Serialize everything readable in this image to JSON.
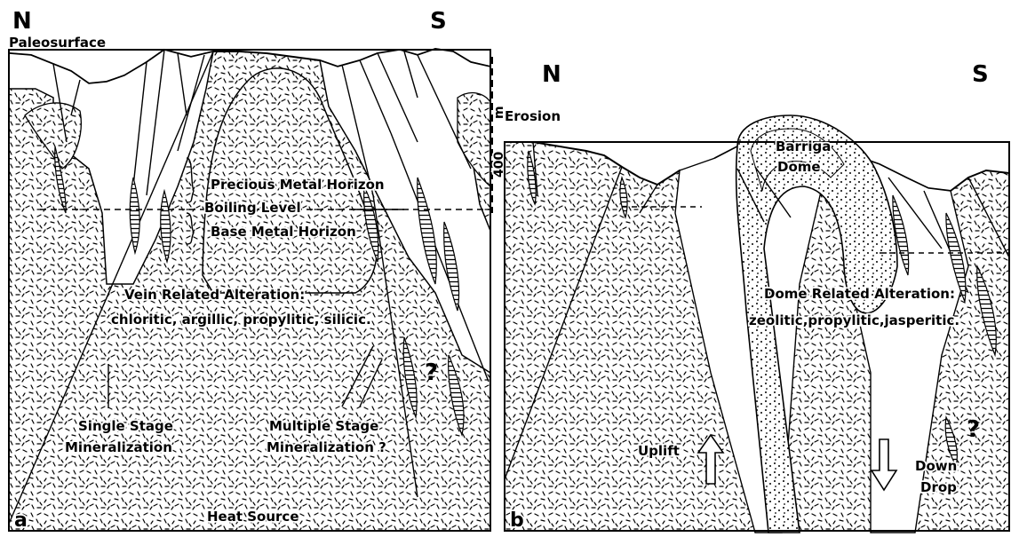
{
  "panel_a": {
    "letter": "a",
    "north": "N",
    "south": "S",
    "paleosurface": "Paleosurface",
    "precious_metal_horizon": "Precious Metal Horizon",
    "boiling_level": "Boiling Level",
    "base_metal_horizon": "Base Metal Horizon",
    "vein_alteration_title": "Vein Related Alteration:",
    "vein_alteration_types": "chloritic, argillic, propylitic, silicic.",
    "single_stage_line1": "Single Stage",
    "single_stage_line2": "Mineralization",
    "multiple_stage_line1": "Multiple Stage",
    "multiple_stage_line2": "Mineralization ?",
    "heat_source": "Heat Source",
    "question_mark": "?"
  },
  "scale_bar": {
    "value": "400",
    "unit": "m"
  },
  "panel_b": {
    "letter": "b",
    "north": "N",
    "south": "S",
    "erosion": "Erosion",
    "dome_line1": "Barriga",
    "dome_line2": "Dome",
    "dome_alteration_title": "Dome Related Alteration:",
    "dome_alteration_types": "zeolitic,propylitic,jasperitic.",
    "uplift": "Uplift",
    "down_line1": "Down",
    "down_line2": "Drop",
    "question_mark": "?"
  }
}
